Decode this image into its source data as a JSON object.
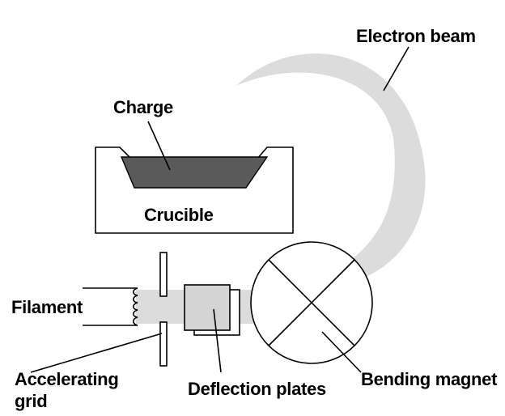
{
  "labels": {
    "electron_beam": "Electron beam",
    "charge": "Charge",
    "crucible": "Crucible",
    "filament": "Filament",
    "accelerating_grid_line1": "Accelerating",
    "accelerating_grid_line2": "grid",
    "deflection_plates": "Deflection plates",
    "bending_magnet": "Bending magnet"
  },
  "colors": {
    "beam": "#dcdcdc",
    "charge": "#5a5a5a",
    "outline": "#000000",
    "plate_fill": "#d4d4d4",
    "background": "#ffffff"
  }
}
